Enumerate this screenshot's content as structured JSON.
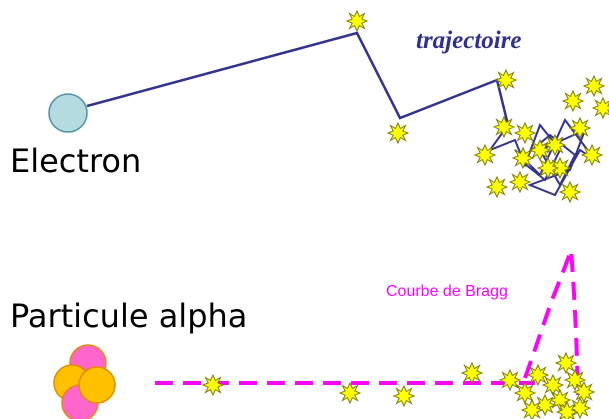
{
  "labels": {
    "trajectory": "trajectoire",
    "electron": "Electron",
    "alpha_particle": "Particule alpha",
    "bragg_curve": "Courbe de Bragg"
  },
  "colors": {
    "electron_fill": "#B4DCE0",
    "electron_outline": "#4F8FA6",
    "trajectory_line": "#32328F",
    "trajectory_text": "#2E3192",
    "alpha_path": "#FF00FF",
    "bragg_text": "#FF00FF",
    "alpha_proton": "#FF66CC",
    "alpha_neutron": "#FFC000",
    "impact_fill": "#FFFF00",
    "impact_outline": "#808000"
  },
  "icons": {
    "impact": "starburst-icon",
    "electron": "circle-icon",
    "alpha_particle": "nucleus-icon"
  }
}
